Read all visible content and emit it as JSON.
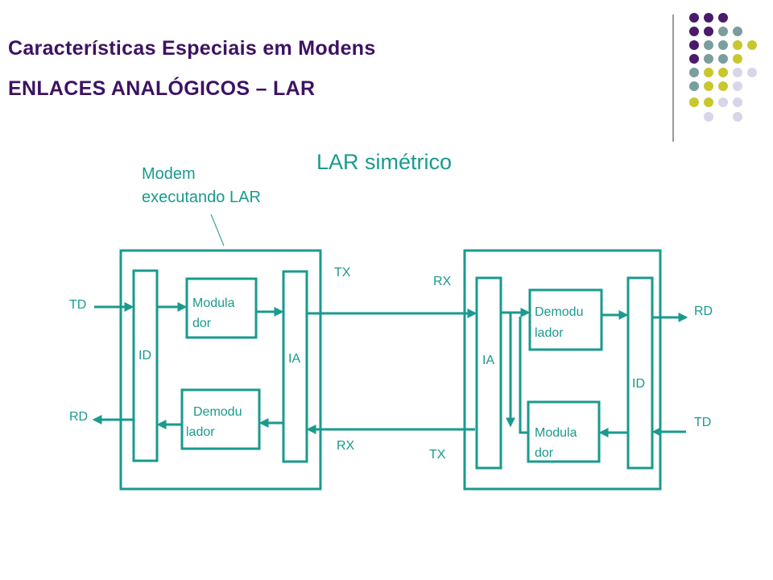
{
  "slide": {
    "title": "Características Especiais em Modens",
    "subtitle": "ENLACES ANALÓGICOS – LAR"
  },
  "diagram": {
    "heading": "LAR simétrico",
    "note_line1": "Modem",
    "note_line2": "executando LAR",
    "left_modem": {
      "td": "TD",
      "rd": "RD",
      "id": "ID",
      "ia": "IA",
      "mod_line1": "Modula",
      "mod_line2": "dor",
      "demod_line1": "Demodu",
      "demod_line2": "lador"
    },
    "right_modem": {
      "rd": "RD",
      "td": "TD",
      "id": "ID",
      "ia": "IA",
      "mod_line1": "Modula",
      "mod_line2": "dor",
      "demod_line1": "Demodu",
      "demod_line2": "lador"
    },
    "line_labels": {
      "left_tx": "TX",
      "left_rx": "RX",
      "right_rx": "RX",
      "right_tx": "TX"
    }
  },
  "colors": {
    "title": "#3d1263",
    "diagram": "#1a9a8e",
    "dot_purple": "#4a1a6b",
    "dot_teal": "#7a9e9c",
    "dot_olive": "#c8c72e",
    "dot_lavender": "#d6d6e8"
  }
}
